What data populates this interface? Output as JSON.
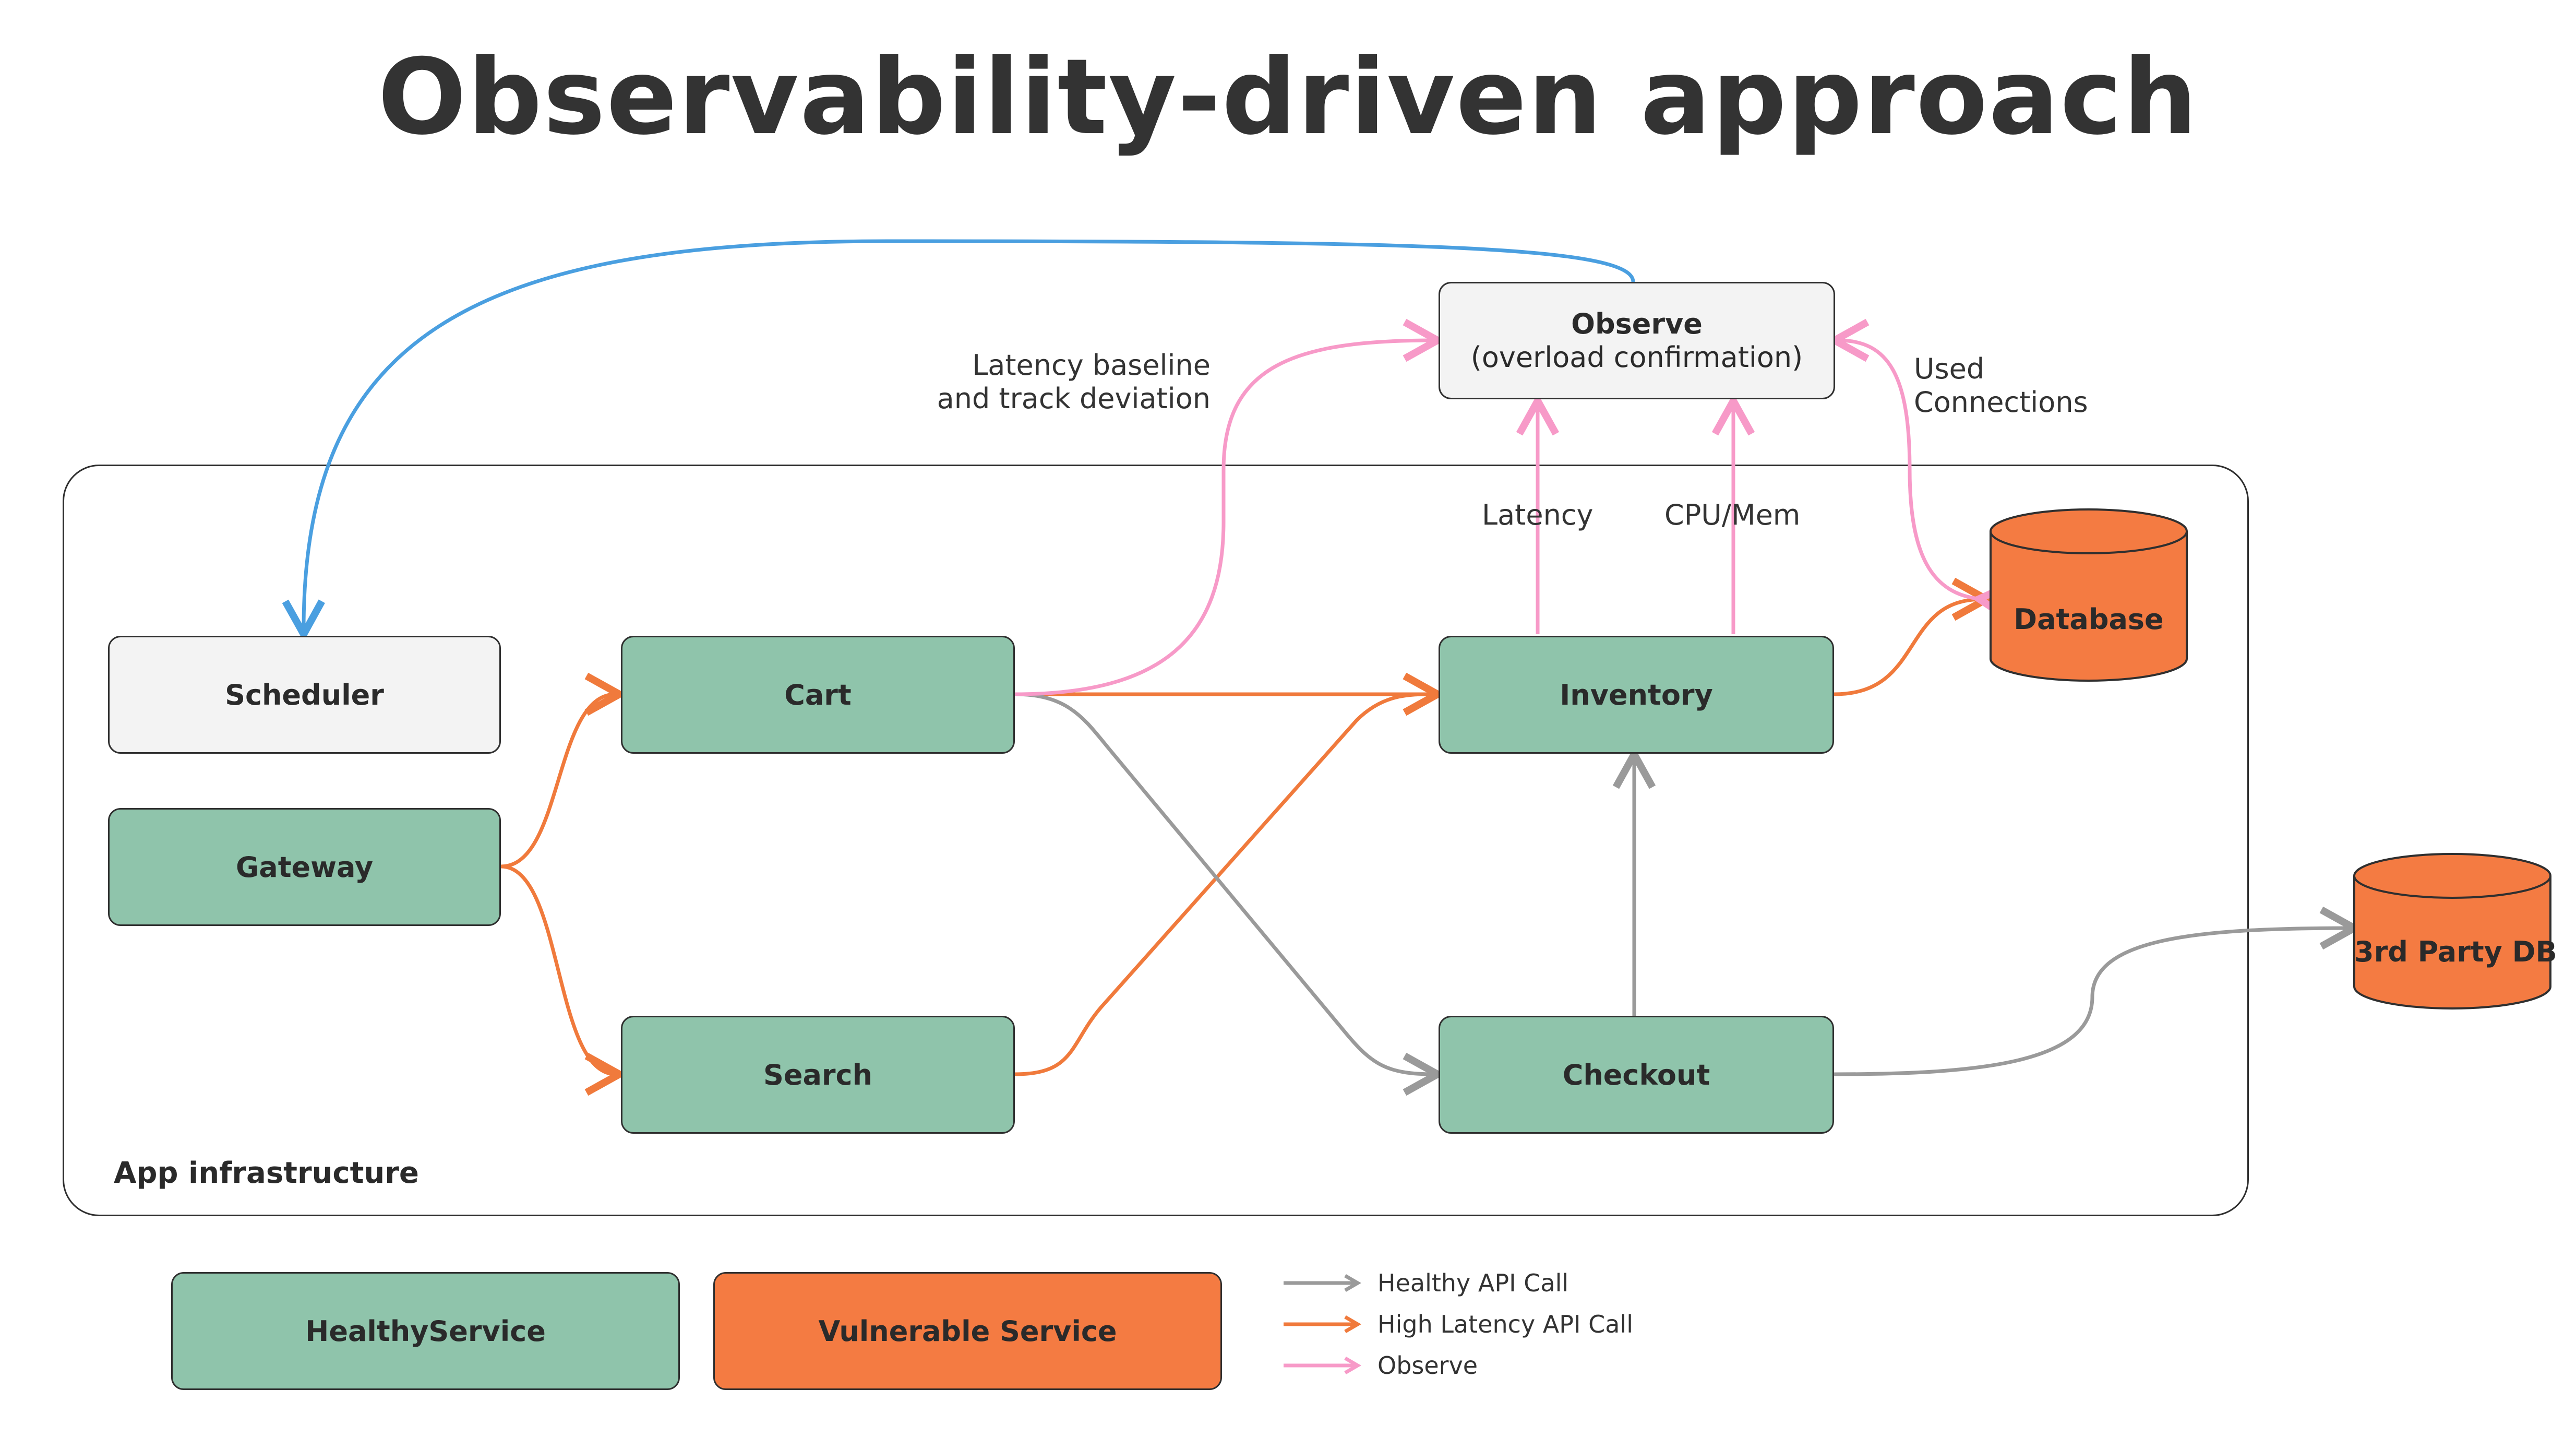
{
  "title": "Observability-driven approach",
  "observe": {
    "title": "Observe",
    "subtitle": "(overload confirmation)"
  },
  "labels": {
    "latency_baseline_line1": "Latency baseline",
    "latency_baseline_line2": "and track deviation",
    "used_line1": "Used",
    "used_line2": "Connections",
    "latency": "Latency",
    "cpu_mem": "CPU/Mem"
  },
  "nodes": {
    "scheduler": "Scheduler",
    "gateway": "Gateway",
    "cart": "Cart",
    "search": "Search",
    "inventory": "Inventory",
    "checkout": "Checkout",
    "database": "Database",
    "third_party_db": "3rd Party DB"
  },
  "infra_label": "App infrastructure",
  "legend": {
    "healthy_service": "HealthyService",
    "vulnerable_service": "Vulnerable Service",
    "healthy_call": "Healthy API Call",
    "high_latency_call": "High Latency API Call",
    "observe": "Observe"
  },
  "colors": {
    "healthy": "#8fc4ab",
    "vulnerable": "#f47b42",
    "neutral": "#f3f3f3",
    "healthy_call": "#9a9a9a",
    "high_latency_call": "#f07a3c",
    "observe": "#f79ac8",
    "feedback": "#4a9fe0"
  }
}
